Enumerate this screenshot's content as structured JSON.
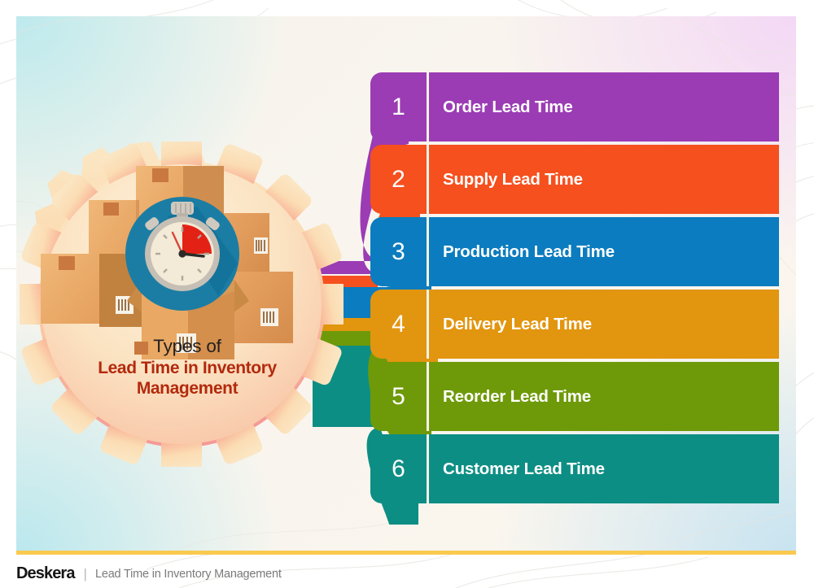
{
  "graphic": {
    "kind": "infographic",
    "hub": {
      "title_line1": "Types of",
      "title_line2": "Lead Time in Inventory",
      "title_line3": "Management",
      "title_color": "#b32a0d",
      "subtitle_color": "#221f1f",
      "illustration": "cardboard-boxes-with-stopwatch"
    },
    "items": [
      {
        "number": "1",
        "label": "Order Lead Time",
        "color": "#9b3cb4"
      },
      {
        "number": "2",
        "label": "Supply Lead Time",
        "color": "#f5501e"
      },
      {
        "number": "3",
        "label": "Production Lead Time",
        "color": "#0b7cbf"
      },
      {
        "number": "4",
        "label": "Delivery Lead Time",
        "color": "#e2950e"
      },
      {
        "number": "5",
        "label": "Reorder Lead Time",
        "color": "#6e9a09"
      },
      {
        "number": "6",
        "label": "Customer Lead Time",
        "color": "#0d8e84"
      }
    ]
  },
  "footer": {
    "brand": "Deskera",
    "separator": "|",
    "subtitle": "Lead Time in Inventory Management",
    "accent_color": "#fac94f"
  },
  "canvas": {
    "card_bg_corners": {
      "top_left": "#bae9ed",
      "top_right": "#f3d6f6",
      "bottom_left": "#b6e7ee",
      "bottom_right": "#c4e2f0"
    }
  }
}
